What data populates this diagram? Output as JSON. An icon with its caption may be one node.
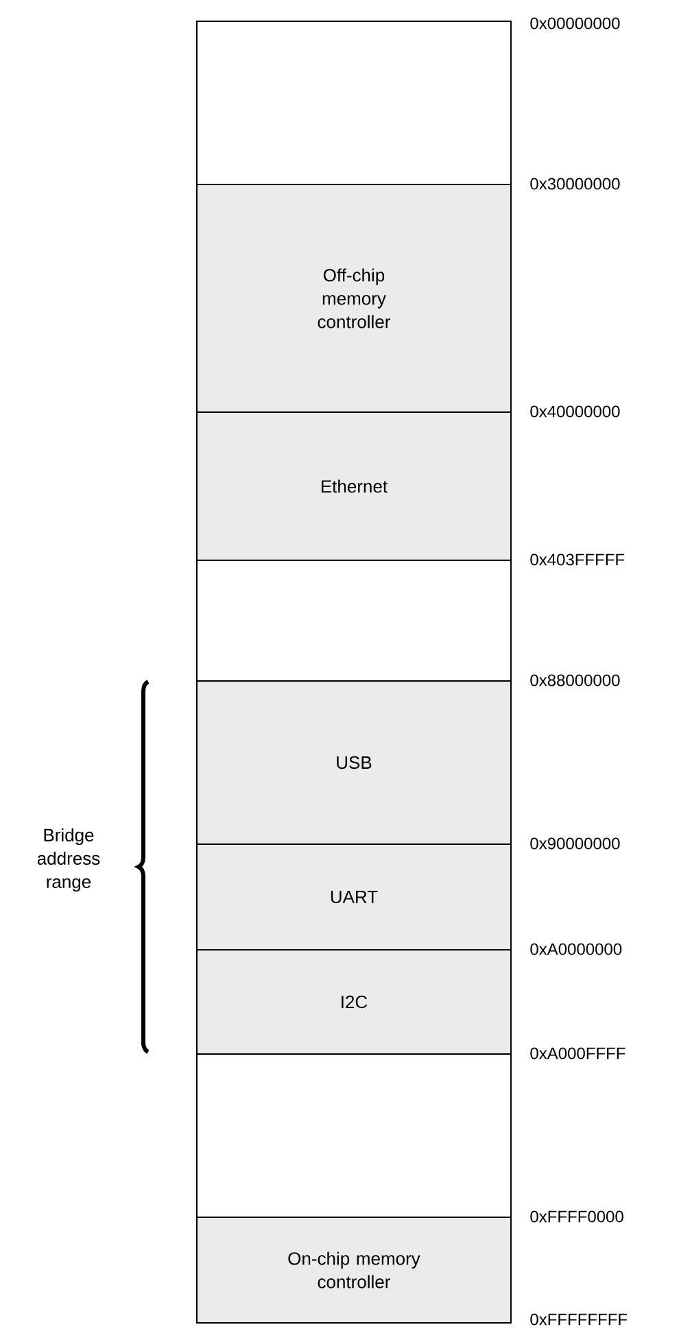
{
  "diagram": {
    "nodes": [
      {
        "text": [],
        "shape": "box"
      },
      {
        "text": [
          "Off-chip memory controller"
        ]
      },
      {
        "text": [
          "Ethernet"
        ]
      },
      {
        "text": [],
        "shape": "box"
      },
      {
        "text": [
          "USB"
        ]
      },
      {
        "text": [
          "UART"
        ]
      },
      {
        "text": [
          "I2C"
        ]
      },
      {
        "text": [],
        "shape": "box"
      },
      {
        "text": [
          "On-chip memory controller"
        ]
      }
    ],
    "labels": [
      "0x00000000",
      "0x30000000",
      "0x40000000",
      "0x403FFFFF",
      "0x88000000",
      "Bridge address range",
      "0x90000000",
      "0xA0000000",
      "0xA000FFFF",
      "0xFFFF0000",
      "0xFFFFFFFF"
    ]
  }
}
